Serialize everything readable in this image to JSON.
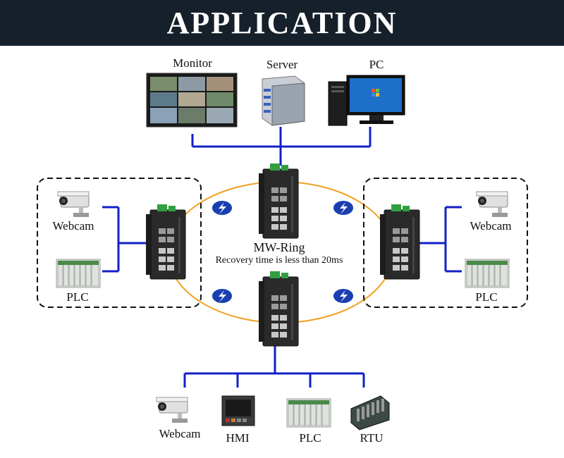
{
  "header": {
    "title": "APPLICATION"
  },
  "devices": {
    "monitor": "Monitor",
    "server": "Server",
    "pc": "PC",
    "left_webcam": "Webcam",
    "left_plc": "PLC",
    "right_webcam": "Webcam",
    "right_plc": "PLC",
    "bottom_webcam": "Webcam",
    "bottom_hmi": "HMI",
    "bottom_plc": "PLC",
    "bottom_rtu": "RTU"
  },
  "ring": {
    "name": "MW-Ring",
    "recovery": "Recovery time is less than 20ms"
  },
  "colors": {
    "header_bg": "#16202b",
    "link_blue": "#1020c8",
    "ring_orange": "#f0a020",
    "switch_body": "#2a2a2a",
    "switch_terminal": "#2fa040"
  }
}
